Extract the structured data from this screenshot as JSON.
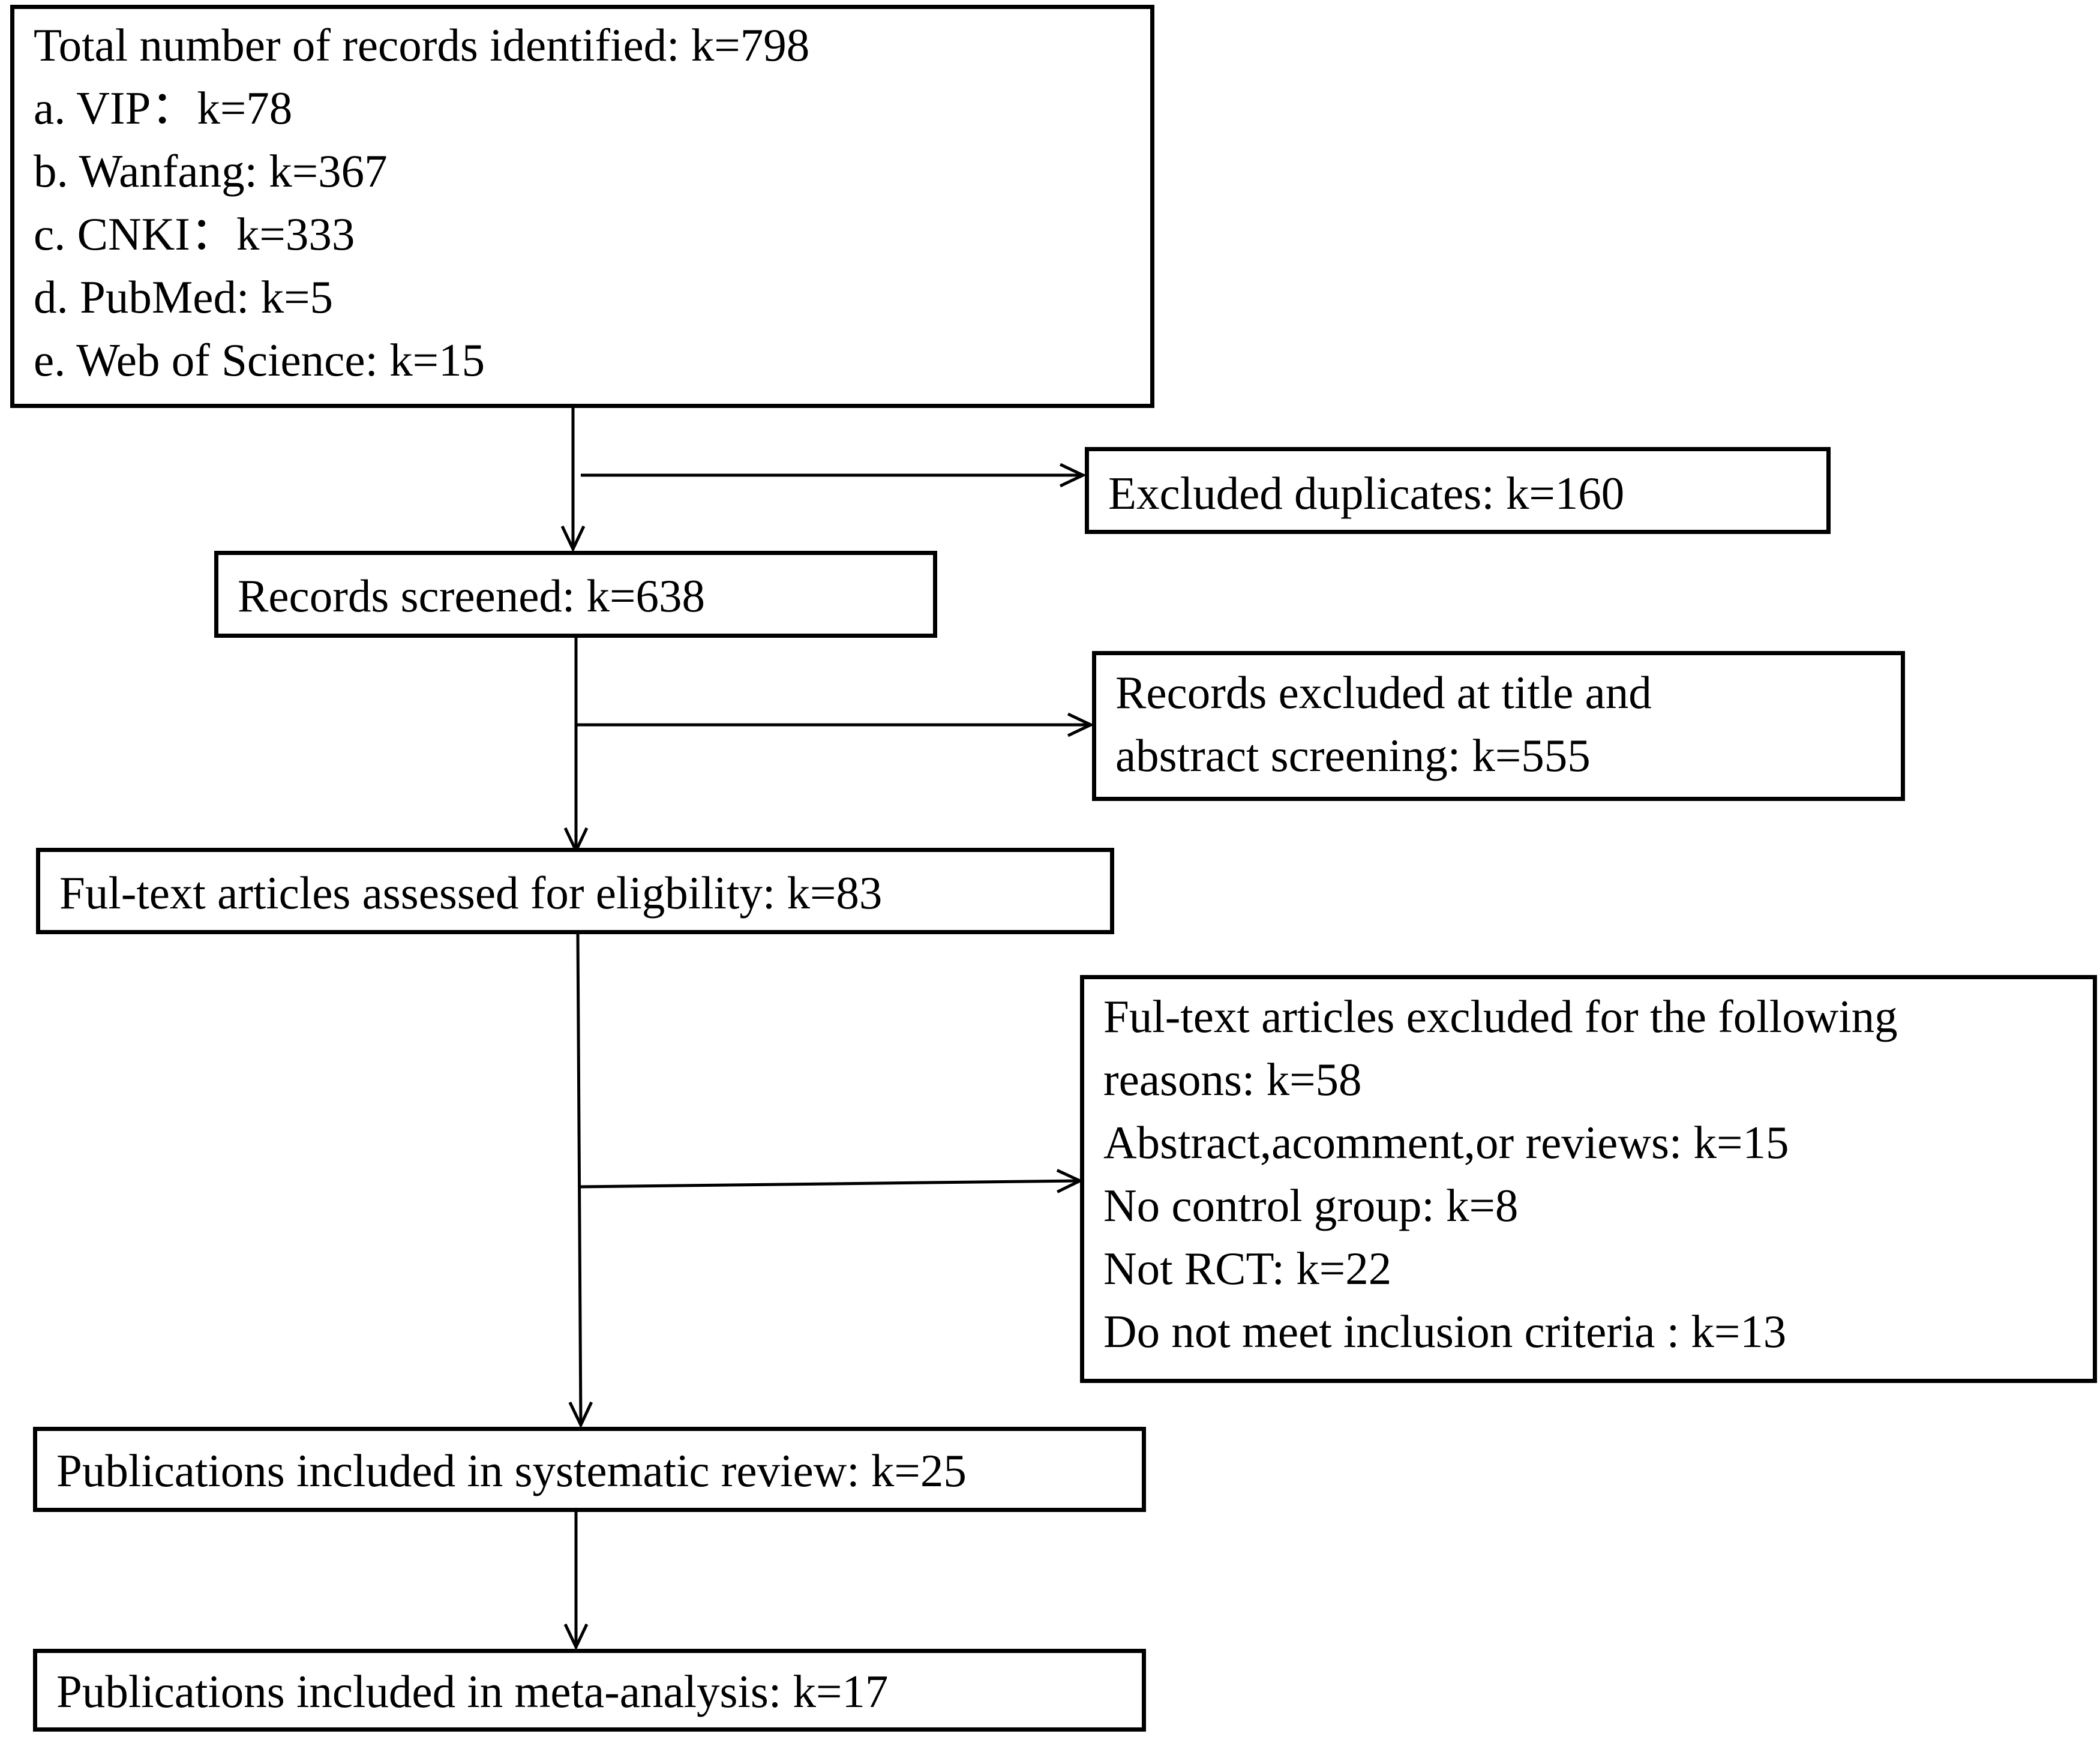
{
  "boxes": {
    "identified": {
      "lines": [
        "Total number of records identified: k=798",
        "a. VIP：k=78",
        "b. Wanfang:  k=367",
        "c. CNKI：k=333",
        "d. PubMed: k=5",
        "e. Web of Science: k=15"
      ]
    },
    "duplicates": {
      "lines": [
        "Excluded duplicates: k=160"
      ]
    },
    "screened": {
      "lines": [
        "Records screened: k=638"
      ]
    },
    "excluded_title_abstract": {
      "lines": [
        "Records excluded at title and",
        "abstract screening: k=555"
      ]
    },
    "fulltext_assessed": {
      "lines": [
        "Ful-text articles assessed for eligbility: k=83"
      ]
    },
    "fulltext_excluded": {
      "lines": [
        "Ful-text articles excluded for the following",
        "reasons: k=58",
        "Abstract,acomment,or reviews: k=15",
        "No control group: k=8",
        "Not RCT: k=22",
        "Do not meet inclusion criteria : k=13"
      ]
    },
    "systematic_review": {
      "lines": [
        "Publications included in systematic review: k=25"
      ]
    },
    "meta_analysis": {
      "lines": [
        "Publications included in meta-analysis: k=17"
      ]
    }
  },
  "colors": {
    "stroke": "#000000",
    "background": "#ffffff",
    "text": "#000000"
  }
}
